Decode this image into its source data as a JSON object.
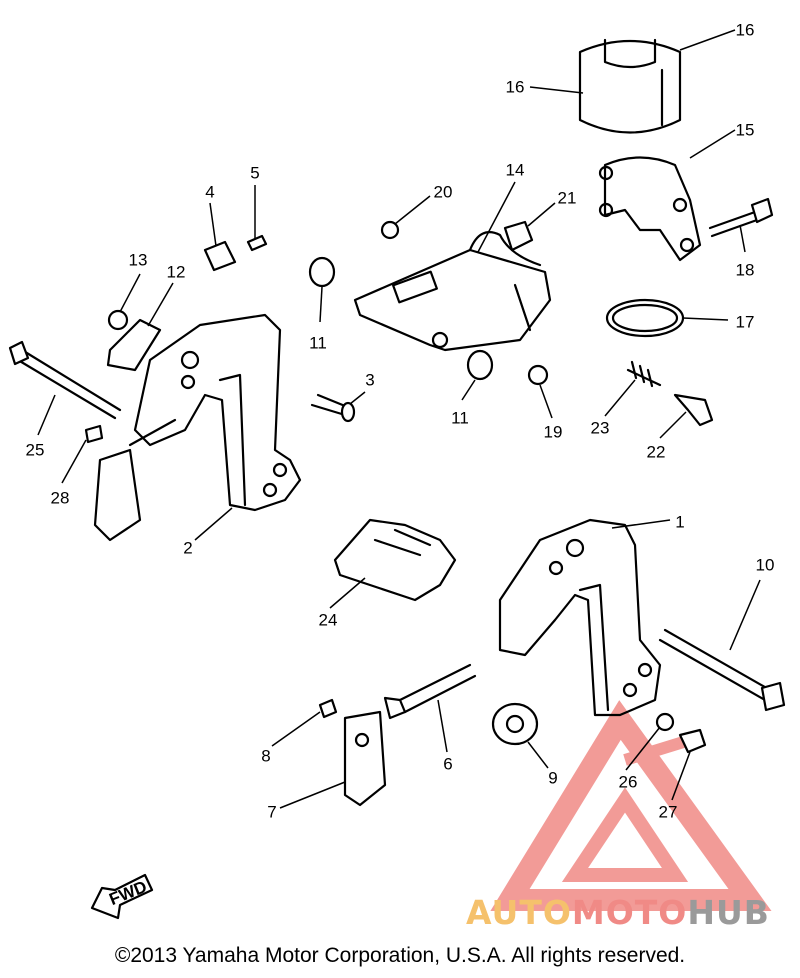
{
  "diagram": {
    "callouts": [
      {
        "id": "c16a",
        "label": "16"
      },
      {
        "id": "c16b",
        "label": "16"
      },
      {
        "id": "c15",
        "label": "15"
      },
      {
        "id": "c14",
        "label": "14"
      },
      {
        "id": "c20",
        "label": "20"
      },
      {
        "id": "c21",
        "label": "21"
      },
      {
        "id": "c18",
        "label": "18"
      },
      {
        "id": "c17",
        "label": "17"
      },
      {
        "id": "c4",
        "label": "4"
      },
      {
        "id": "c5",
        "label": "5"
      },
      {
        "id": "c13",
        "label": "13"
      },
      {
        "id": "c12",
        "label": "12"
      },
      {
        "id": "c11a",
        "label": "11"
      },
      {
        "id": "c11b",
        "label": "11"
      },
      {
        "id": "c3",
        "label": "3"
      },
      {
        "id": "c19",
        "label": "19"
      },
      {
        "id": "c23",
        "label": "23"
      },
      {
        "id": "c22",
        "label": "22"
      },
      {
        "id": "c25",
        "label": "25"
      },
      {
        "id": "c28",
        "label": "28"
      },
      {
        "id": "c2",
        "label": "2"
      },
      {
        "id": "c1",
        "label": "1"
      },
      {
        "id": "c10",
        "label": "10"
      },
      {
        "id": "c24",
        "label": "24"
      },
      {
        "id": "c8",
        "label": "8"
      },
      {
        "id": "c6",
        "label": "6"
      },
      {
        "id": "c9",
        "label": "9"
      },
      {
        "id": "c26",
        "label": "26"
      },
      {
        "id": "c27",
        "label": "27"
      },
      {
        "id": "c7",
        "label": "7"
      }
    ],
    "fwd_label": "FWD"
  },
  "watermark": {
    "part1": "AUTO",
    "part2": "MOTO",
    "part3": "HUB",
    "color_auto": "#f5c16c",
    "color_moto": "#f08a86",
    "color_hub": "#9a9a9a",
    "triangle_color": "#f08a86"
  },
  "footer": {
    "copyright": "©2013 Yamaha Motor Corporation, U.S.A. All rights reserved."
  }
}
